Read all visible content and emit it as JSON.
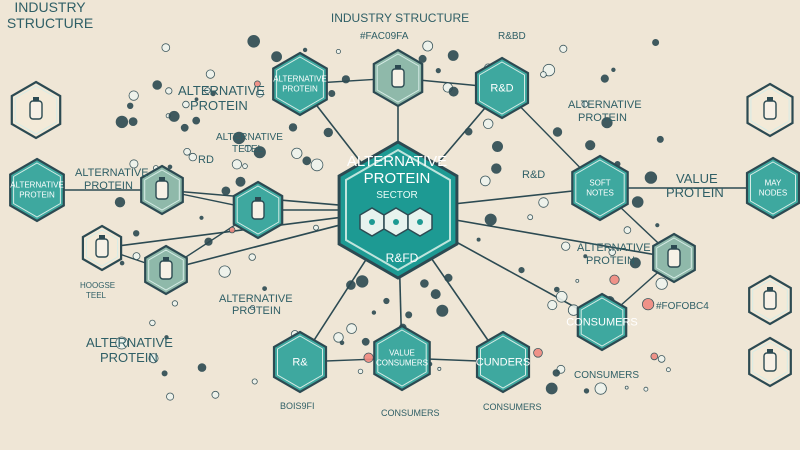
{
  "title": "INDUSTRY STRUCTURE",
  "corner_title_line1": "INDUSTRY",
  "corner_title_line2": "STRUCTURE",
  "center": {
    "line1": "ALTERNATIVE",
    "line2": "PROTEIN",
    "line3": "SECTOR",
    "bottom": "R&FD"
  },
  "hex_labels": {
    "alt_protein_top": [
      "ALTERNATIVE",
      "PROTEIN"
    ],
    "rd_top": [
      "R&D"
    ],
    "soft_notes": [
      "SOFT",
      "NOTES"
    ],
    "may_nodes": [
      "MAY",
      "NODES"
    ],
    "alt_protein_left": [
      "ALTERNATIVE",
      "PROTEIN"
    ],
    "rd_bottom": [
      "R&"
    ],
    "value_consumers": [
      "VALUE",
      "CONSUMERS"
    ],
    "cunders": [
      "CUNDERS"
    ],
    "consumers_right": [
      "CONSUMERS"
    ]
  },
  "labels": {
    "hex_code_top": "#FAC09FA",
    "rd_code_top": "R&BD",
    "alt_protein_tl_1": "ALTERNATIVE",
    "alt_protein_tl_2": "PROTEIN",
    "alt_tetel_1": "ALTERNATIVE",
    "alt_tetel_2": "TETEL",
    "alt_protein_l_1": "ALTERNATIVE",
    "alt_protein_l_2": "PROTEIN",
    "rd_small": "RD",
    "alt_protein_tr_1": "ALTERNATIVE",
    "alt_protein_tr_2": "PROTEIN",
    "rd_mid": "R&D",
    "value_protein_1": "VALUE",
    "value_protein_2": "PROTEIN",
    "alt_protein_mr_1": "ALTERNATIVE",
    "alt_protein_mr_2": "PROTEIN",
    "hex_code_right": "#FOFOBC4",
    "consumers_lower_right": "CONSUMERS",
    "alt_protein_ml_1": "ALTERNATIVE",
    "alt_protein_ml_2": "PROTEIN",
    "alt_protein_bl_1": "ALTERNATIVE",
    "alt_protein_bl_2": "PROTEIN",
    "hoogse_1": "HOOGSE",
    "hoogse_2": "TEEL",
    "code_bottom": "BOIS9FI",
    "consumers_bottom_1": "CONSUMERS",
    "consumers_bottom_2": "CONSUMERS"
  },
  "colors": {
    "background": "#efe6d6",
    "teal_dark": "#1d8f8a",
    "teal": "#3ea89f",
    "sage": "#8fb9aa",
    "line": "#2c4a52",
    "coral": "#f08a80",
    "text": "#2f5f66"
  },
  "icons": [
    "flask-icon",
    "dna-icon",
    "bottle-icon",
    "jar-icon",
    "cup-icon",
    "leaf-icon",
    "gear-icon",
    "chart-icon",
    "hand-icon",
    "scale-icon"
  ]
}
